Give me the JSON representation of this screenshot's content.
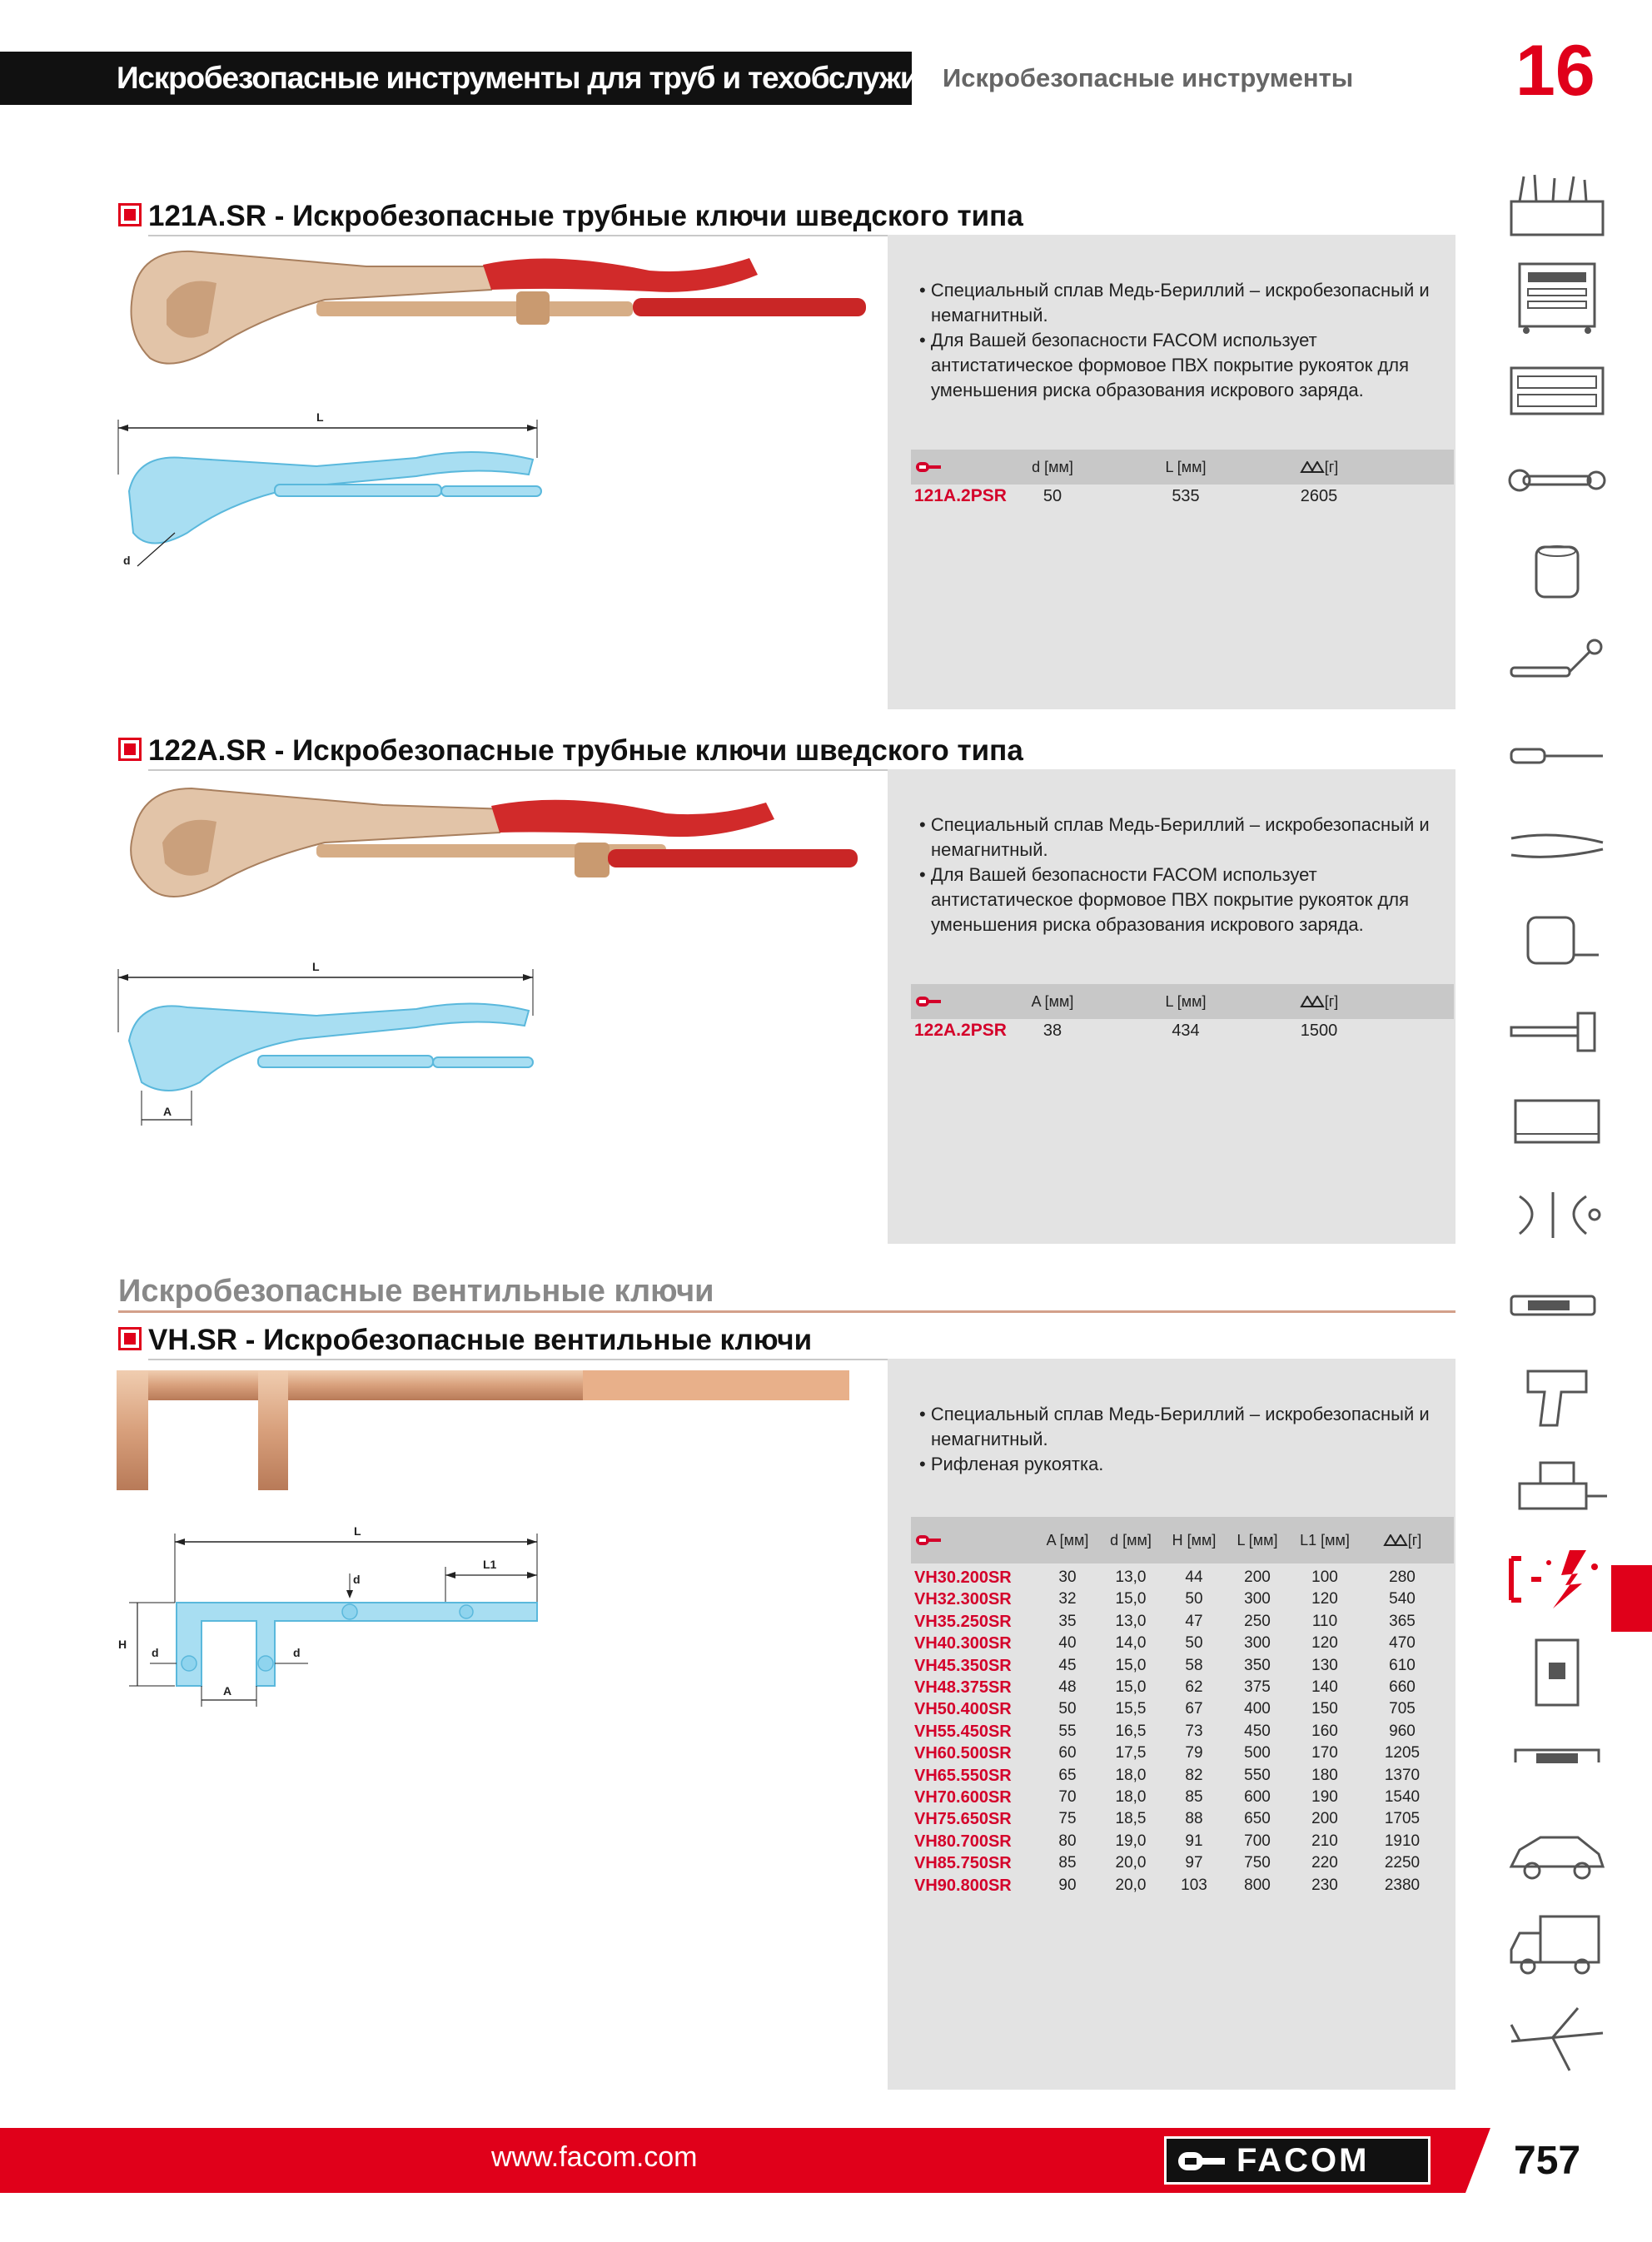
{
  "header": {
    "title": "Искробезопасные инструменты для труб и техобслуживания",
    "subtitle": "Искробезопасные инструменты",
    "chapter": "16"
  },
  "sections": [
    {
      "title": "121A.SR - Искробезопасные трубные ключи  шведского типа",
      "bullets": [
        "• Специальный сплав Медь-Бериллий – искробезопасный и немагнитный.",
        "• Для Вашей безопасности FACOM использует антистатическое формовое ПВХ покрытие  рукояток для уменьшения риска образования искрового заряда."
      ],
      "diagram": {
        "length_label": "L",
        "size_label": "d"
      },
      "table": {
        "headers": [
          "d [мм]",
          "L [мм]",
          "[г]"
        ],
        "rows": [
          [
            "121A.2PSR",
            "50",
            "535",
            "2605"
          ]
        ]
      }
    },
    {
      "title": "122A.SR - Искробезопасные трубные ключи  шведского типа",
      "bullets": [
        "• Специальный сплав Медь-Бериллий – искробезопасный и немагнитный.",
        "• Для Вашей безопасности FACOM использует антистатическое формовое ПВХ покрытие  рукояток для уменьшения риска образования искрового заряда."
      ],
      "diagram": {
        "length_label": "L",
        "size_label": "A"
      },
      "table": {
        "headers": [
          "A [мм]",
          "L [мм]",
          "[г]"
        ],
        "rows": [
          [
            "122A.2PSR",
            "38",
            "434",
            "1500"
          ]
        ]
      }
    },
    {
      "category": "Искробезопасные вентильные ключи",
      "title": "VH.SR - Искробезопасные вентильные ключи",
      "bullets": [
        "• Специальный сплав Медь-Бериллий – искробезопасный и немагнитный.",
        "• Рифленая рукоятка."
      ],
      "diagram": {
        "length_label": "L",
        "l1_label": "L1",
        "h_label": "H",
        "d_label": "d",
        "a_label": "A"
      },
      "table": {
        "headers": [
          "A [мм]",
          "d [мм]",
          "H [мм]",
          "L [мм]",
          "L1 [мм]",
          "[г]"
        ],
        "rows": [
          [
            "VH30.200SR",
            "30",
            "13,0",
            "44",
            "200",
            "100",
            "280"
          ],
          [
            "VH32.300SR",
            "32",
            "15,0",
            "50",
            "300",
            "120",
            "540"
          ],
          [
            "VH35.250SR",
            "35",
            "13,0",
            "47",
            "250",
            "110",
            "365"
          ],
          [
            "VH40.300SR",
            "40",
            "14,0",
            "50",
            "300",
            "120",
            "470"
          ],
          [
            "VH45.350SR",
            "45",
            "15,0",
            "58",
            "350",
            "130",
            "610"
          ],
          [
            "VH48.375SR",
            "48",
            "15,0",
            "62",
            "375",
            "140",
            "660"
          ],
          [
            "VH50.400SR",
            "50",
            "15,5",
            "67",
            "400",
            "150",
            "705"
          ],
          [
            "VH55.450SR",
            "55",
            "16,5",
            "73",
            "450",
            "160",
            "960"
          ],
          [
            "VH60.500SR",
            "60",
            "17,5",
            "79",
            "500",
            "170",
            "1205"
          ],
          [
            "VH65.550SR",
            "65",
            "18,0",
            "82",
            "550",
            "180",
            "1370"
          ],
          [
            "VH70.600SR",
            "70",
            "18,0",
            "85",
            "600",
            "190",
            "1540"
          ],
          [
            "VH75.650SR",
            "75",
            "18,5",
            "88",
            "650",
            "200",
            "1705"
          ],
          [
            "VH80.700SR",
            "80",
            "19,0",
            "91",
            "700",
            "210",
            "1910"
          ],
          [
            "VH85.750SR",
            "85",
            "20,0",
            "97",
            "750",
            "220",
            "2250"
          ],
          [
            "VH90.800SR",
            "90",
            "20,0",
            "103",
            "800",
            "230",
            "2380"
          ]
        ]
      }
    }
  ],
  "footer": {
    "url": "www.facom.com",
    "brand": "FACOM",
    "page": "757"
  },
  "colors": {
    "accent": "#e0001a",
    "ref": "#d4002a",
    "panel": "#e3e3e3",
    "header_bg": "#111111",
    "drawing": "#8fd4ee"
  },
  "side_icons": [
    "toolbox-icon",
    "tool-cabinet-icon",
    "tool-drawer-icon",
    "combination-wrench-icon",
    "socket-icon",
    "ratchet-icon",
    "screwdriver-icon",
    "pliers-icon",
    "tape-measure-icon",
    "hammer-icon",
    "hacksaw-icon",
    "puller-icon",
    "multimeter-icon",
    "impact-wrench-icon",
    "vise-icon",
    "spark-safe-icon",
    "circuit-breaker-icon",
    "handle-icon",
    "car-icon",
    "truck-icon",
    "airplane-icon"
  ]
}
